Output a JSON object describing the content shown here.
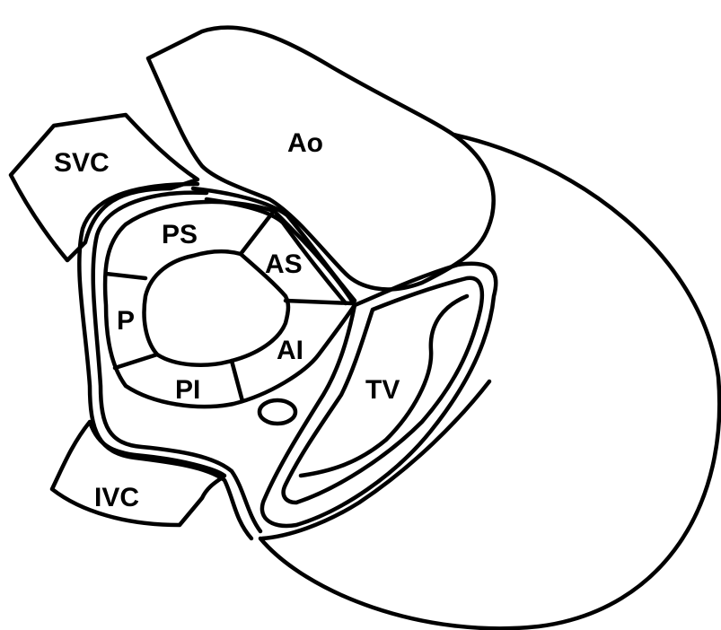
{
  "labels": {
    "svc": "SVC",
    "ao": "Ao",
    "ps": "PS",
    "as": "AS",
    "p": "P",
    "ai": "AI",
    "pi": "PI",
    "tv": "TV",
    "ivc": "IVC"
  },
  "colors": {
    "line": "#000000",
    "background": "#ffffff"
  }
}
